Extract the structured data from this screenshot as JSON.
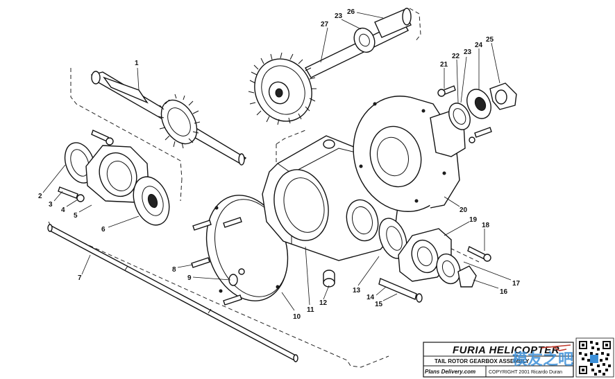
{
  "callouts": {
    "c1": "1",
    "c2": "2",
    "c3": "3",
    "c4": "4",
    "c5": "5",
    "c6": "6",
    "c7": "7",
    "c8": "8",
    "c9": "9",
    "c10": "10",
    "c11": "11",
    "c12": "12",
    "c13": "13",
    "c14": "14",
    "c15": "15",
    "c16": "16",
    "c17": "17",
    "c18": "18",
    "c19": "19",
    "c20": "20",
    "c21": "21",
    "c22": "22",
    "c23a": "23",
    "c23b": "23",
    "c24": "24",
    "c25": "25",
    "c26": "26",
    "c27": "27"
  },
  "title_block": {
    "brand": "FURIA HELICOPTER",
    "drawing_title": "TAIL ROTOR GEARBOX ASSEMBLY",
    "copyright": "COPYRIGHT 2001 Ricardo Duran",
    "website": "Plans Delivery.com"
  },
  "watermark": {
    "text": "模友之吧"
  },
  "colors": {
    "ink": "#111111",
    "watermark": "#3b8fd8"
  },
  "icons": {
    "qr": "qr-code-icon"
  }
}
